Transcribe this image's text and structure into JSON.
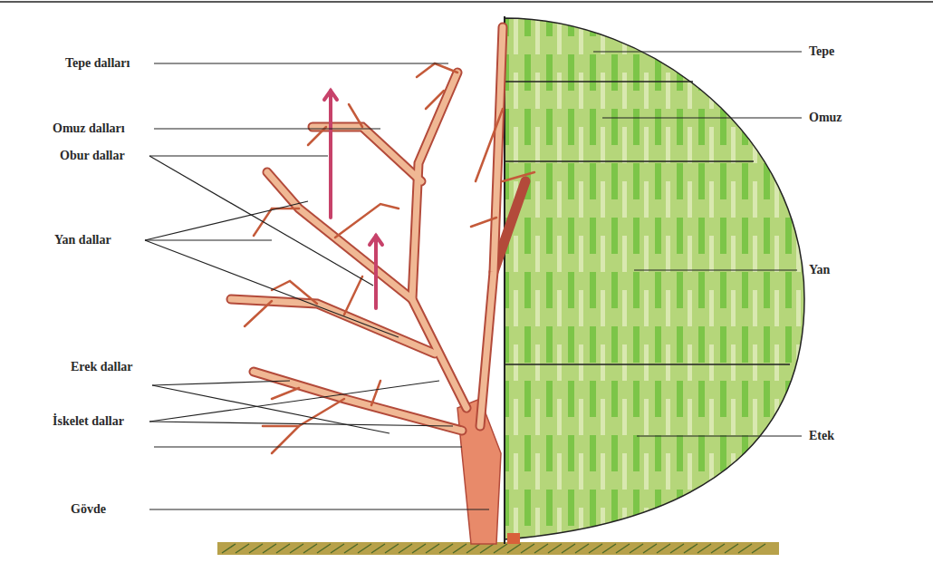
{
  "diagram": {
    "labels": [
      "Tepe dalları",
      "Omuz dalları",
      "Obur dallar",
      "Yan dallar",
      "Erek dallar",
      "İskelet dallar",
      "Gövde",
      "Tepe",
      "Omuz",
      "Yan",
      "Etek"
    ]
  }
}
